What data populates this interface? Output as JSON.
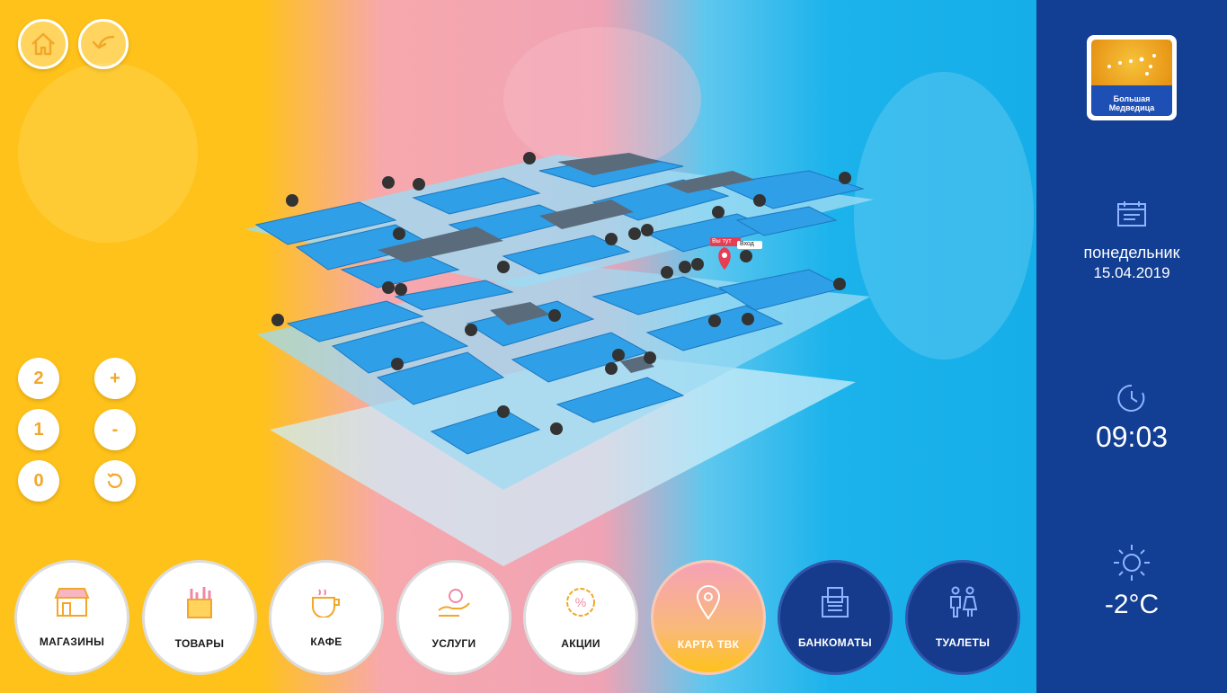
{
  "header": {
    "home_label": "home",
    "back_label": "back"
  },
  "floors": [
    {
      "label": "2"
    },
    {
      "label": "1"
    },
    {
      "label": "0"
    }
  ],
  "zoom": {
    "in_label": "+",
    "out_label": "-"
  },
  "map": {
    "you_are_here": "Вы тут",
    "entrance": "Вход"
  },
  "nav": [
    {
      "label": "МАГАЗИНЫ",
      "icon": "shop-icon"
    },
    {
      "label": "ТОВАРЫ",
      "icon": "goods-icon"
    },
    {
      "label": "КАФЕ",
      "icon": "coffee-icon"
    },
    {
      "label": "УСЛУГИ",
      "icon": "services-icon"
    },
    {
      "label": "АКЦИИ",
      "icon": "discount-icon"
    },
    {
      "label": "КАРТА ТВК",
      "icon": "map-pin-icon",
      "active": true
    },
    {
      "label": "БАНКОМАТЫ",
      "icon": "atm-icon"
    },
    {
      "label": "ТУАЛЕТЫ",
      "icon": "toilet-icon"
    }
  ],
  "sidebar": {
    "logo_line1": "Большая",
    "logo_line2": "Медведица",
    "day": "понедельник",
    "date": "15.04.2019",
    "time": "09:03",
    "temperature": "-2°C"
  },
  "colors": {
    "yellow": "#ffc21a",
    "pink": "#f0a3b4",
    "blue": "#1cb3ec",
    "navy": "#123e93",
    "shop": "#2f9fe8",
    "pin": "#e43d54"
  }
}
